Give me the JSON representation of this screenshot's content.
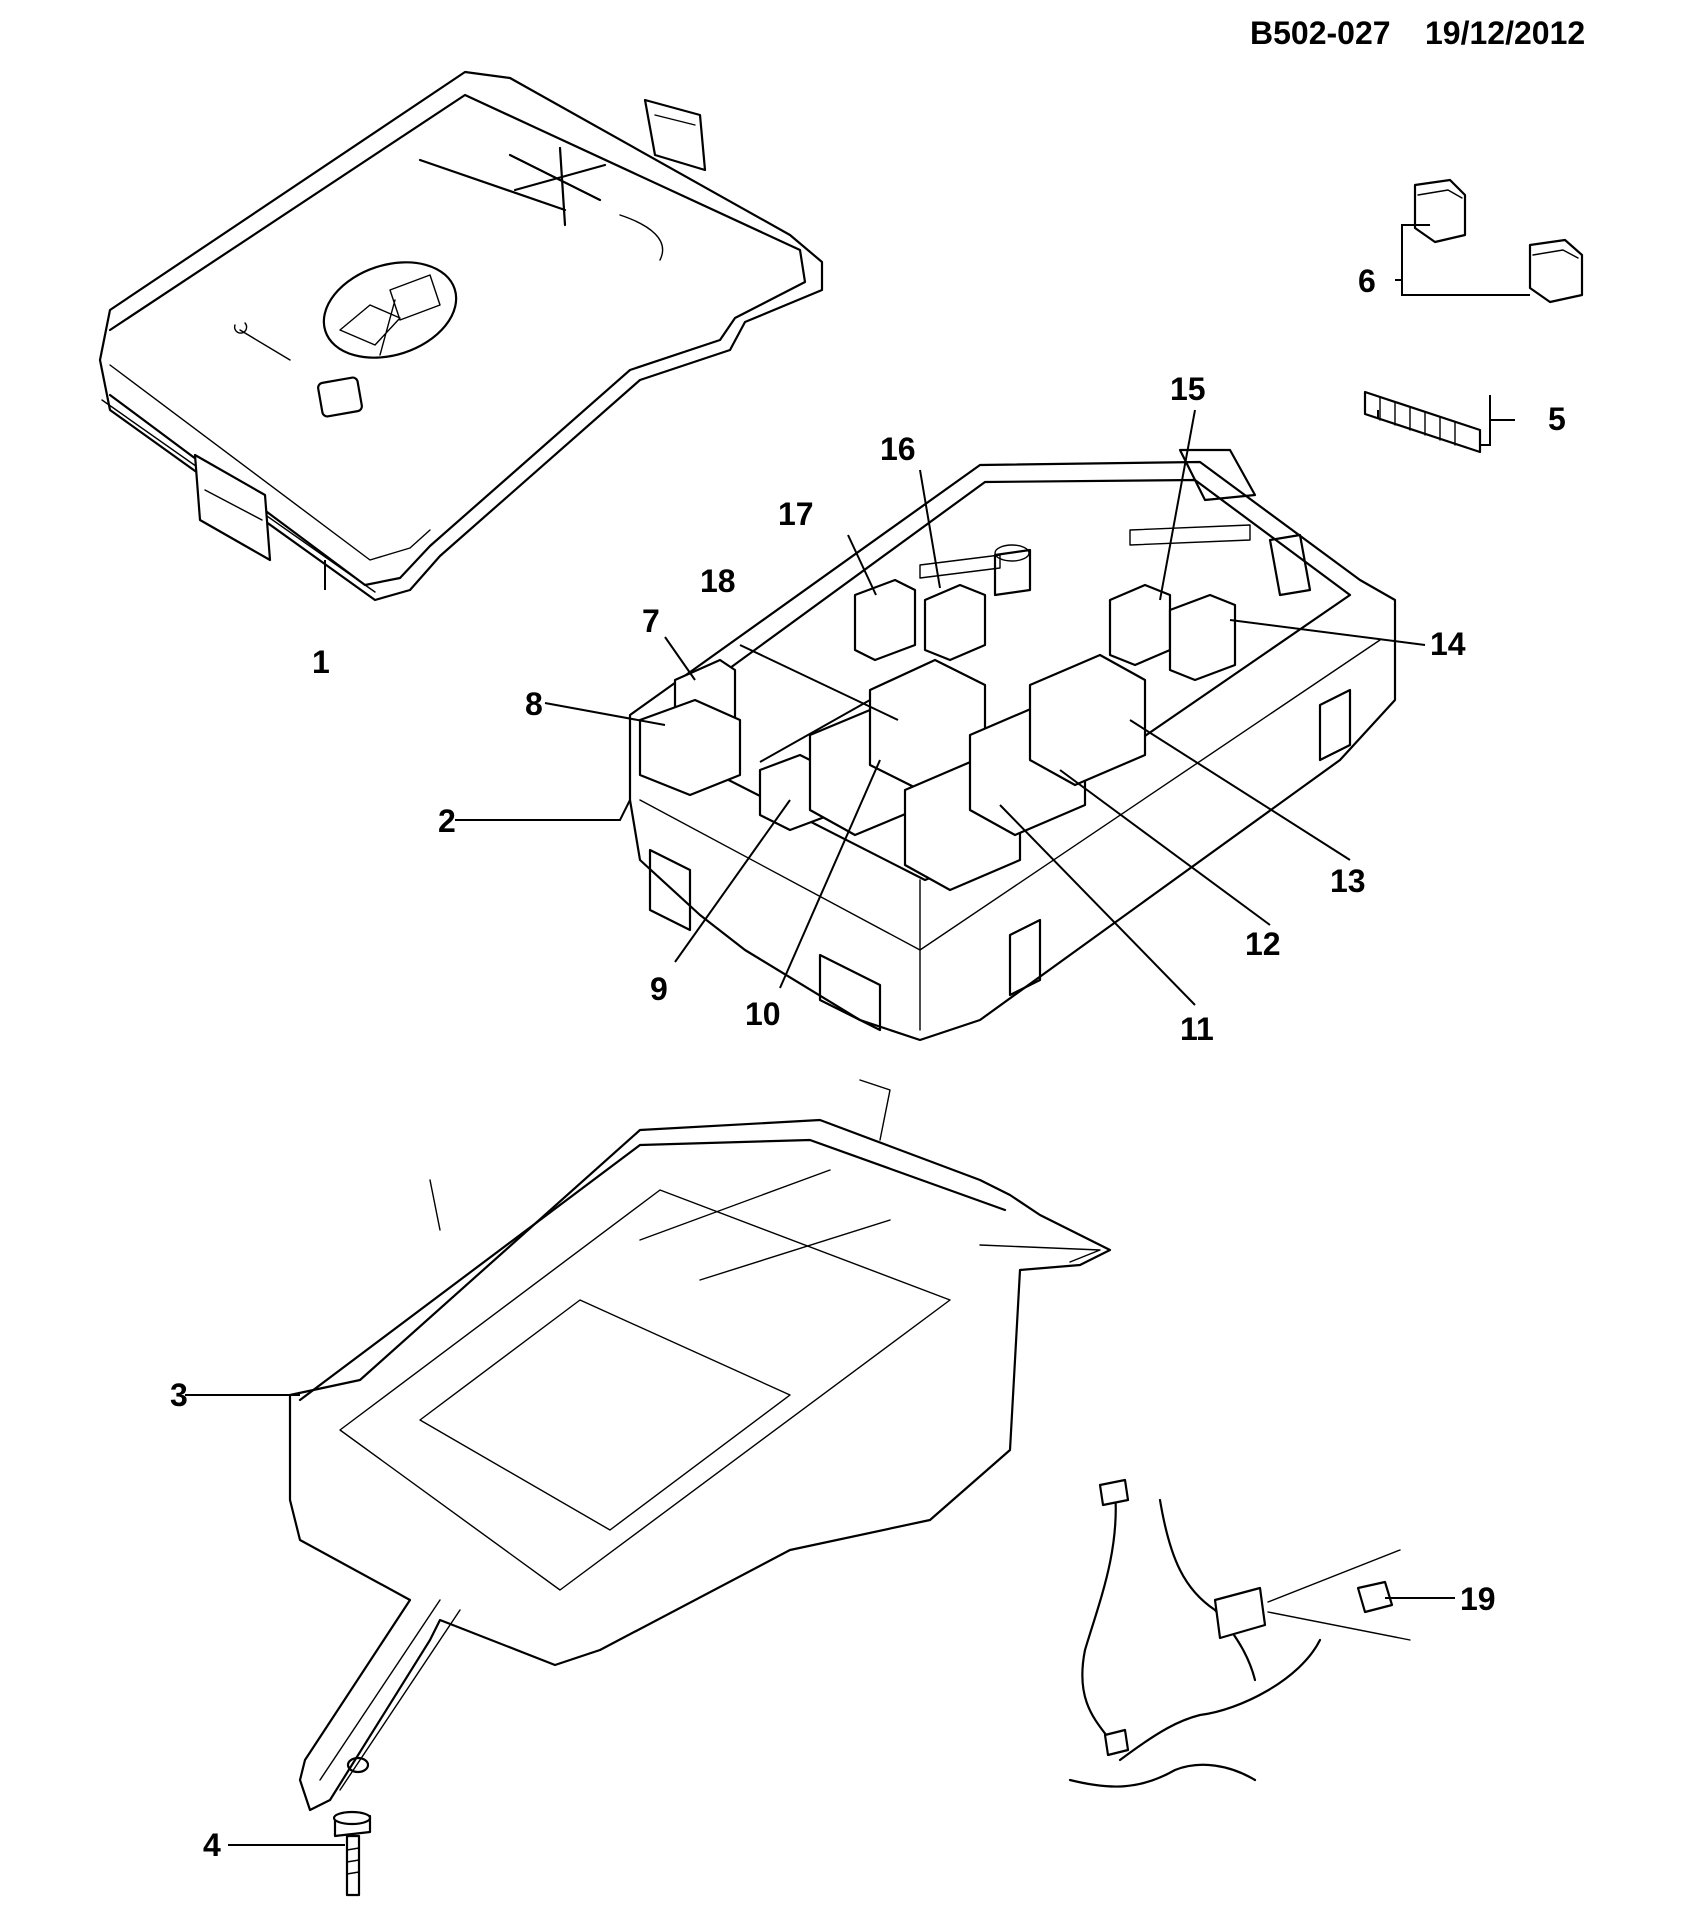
{
  "header": {
    "diagram_id": "B502-027",
    "date": "19/12/2012"
  },
  "callouts": {
    "c1": "1",
    "c2": "2",
    "c3": "3",
    "c4": "4",
    "c5": "5",
    "c6": "6",
    "c7": "7",
    "c8": "8",
    "c9": "9",
    "c10": "10",
    "c11": "11",
    "c12": "12",
    "c13": "13",
    "c14": "14",
    "c15": "15",
    "c16": "16",
    "c17": "17",
    "c18": "18",
    "c19": "19"
  },
  "icons": [
    "fuse-box-cover-icon",
    "fuse-box-body-icon",
    "fuse-box-bracket-icon",
    "bolt-icon",
    "mini-fuse-strip-icon",
    "maxi-fuse-icon",
    "relay-icon",
    "wiring-harness-icon",
    "fuse-icon"
  ]
}
